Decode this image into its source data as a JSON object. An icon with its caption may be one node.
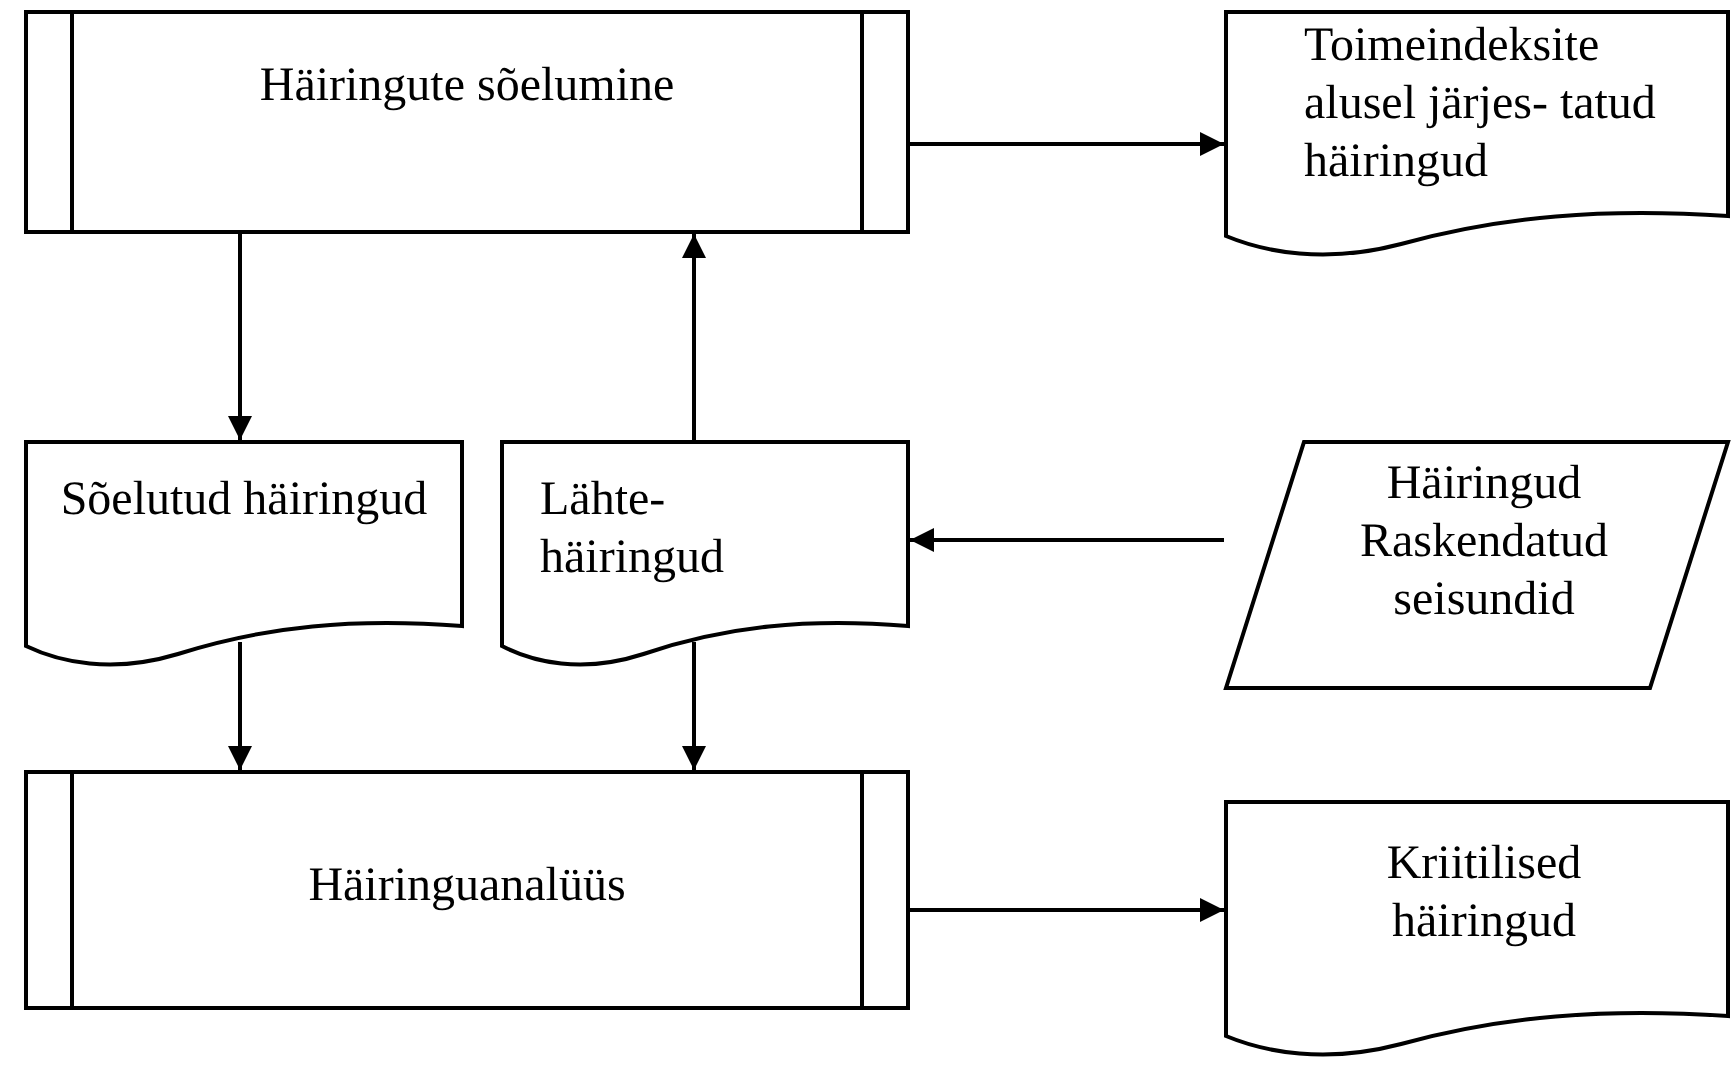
{
  "diagram": {
    "nodes": [
      {
        "text": [
          "Häiringute sõelumine"
        ]
      },
      {
        "text": [
          "Toimeindeksite alusel järjes- tatud häiringud"
        ]
      },
      {
        "text": [
          "Sõelutud häiringud"
        ]
      },
      {
        "text": [
          "Lähte- häiringud"
        ]
      },
      {
        "text": [
          "Häiringud Raskendatud seisundid"
        ]
      },
      {
        "text": [
          "Häiringuanalüüs"
        ]
      },
      {
        "text": [
          "Kriitilised häiringud"
        ]
      }
    ],
    "edges": [
      {
        "from": 0,
        "to": 1,
        "arrow": "to"
      },
      {
        "from": 0,
        "to": 2,
        "arrow": "to"
      },
      {
        "from": 3,
        "to": 0,
        "arrow": "to"
      },
      {
        "from": 4,
        "to": 3,
        "arrow": "to"
      },
      {
        "from": 2,
        "to": 5,
        "arrow": "to"
      },
      {
        "from": 3,
        "to": 5,
        "arrow": "to"
      },
      {
        "from": 5,
        "to": 6,
        "arrow": "to"
      }
    ]
  }
}
